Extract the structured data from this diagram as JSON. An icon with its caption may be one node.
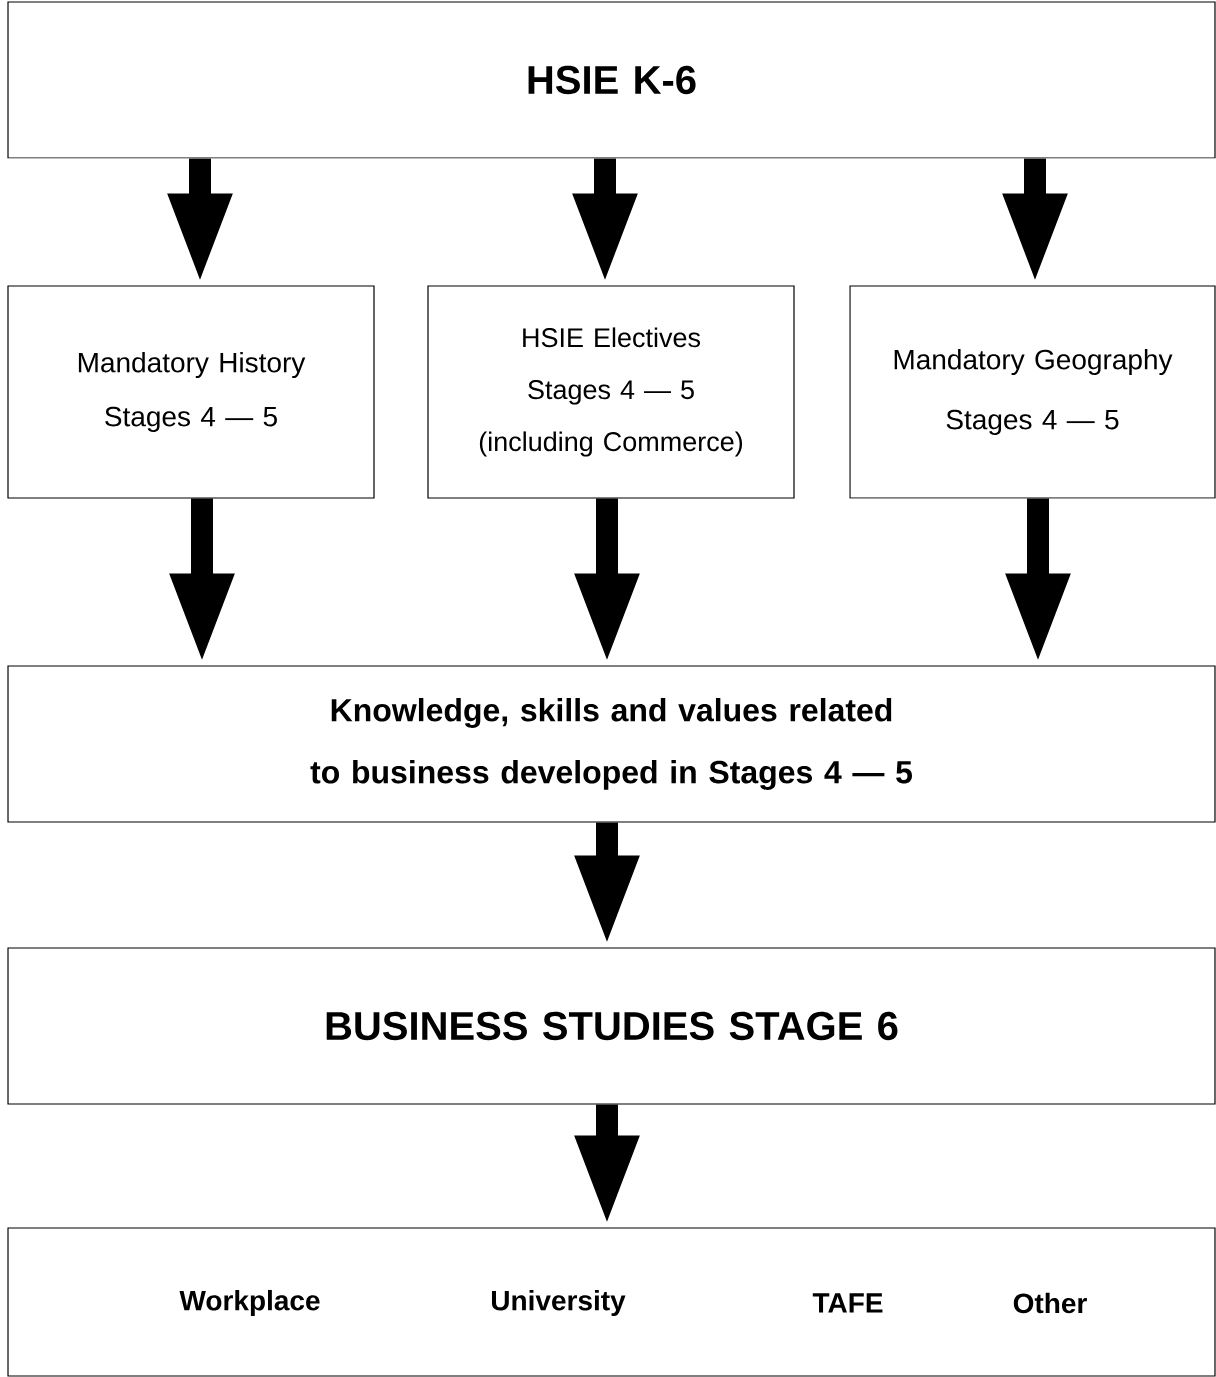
{
  "diagram": {
    "nodes": [
      {
        "text": [
          "HSIE K-6"
        ]
      },
      {
        "text": [
          "Mandatory History Stages 4 — 5"
        ]
      },
      {
        "text": [
          "HSIE Electives Stages 4 — 5 (including Commerce)"
        ]
      },
      {
        "text": [
          "Mandatory Geography Stages 4 — 5"
        ]
      },
      {
        "text": [
          "Knowledge, skills and values related to business developed in Stages 4 — 5"
        ]
      },
      {
        "text": [
          "BUSINESS STUDIES STAGE 6"
        ]
      },
      {
        "text": [
          "Workplace",
          "University",
          "TAFE",
          "Other"
        ]
      }
    ],
    "edges": [
      {
        "from": 0,
        "to": 1,
        "arrow": "to"
      },
      {
        "from": 0,
        "to": 2,
        "arrow": "to"
      },
      {
        "from": 0,
        "to": 3,
        "arrow": "to"
      },
      {
        "from": 1,
        "to": 4,
        "arrow": "to"
      },
      {
        "from": 2,
        "to": 4,
        "arrow": "to"
      },
      {
        "from": 3,
        "to": 4,
        "arrow": "to"
      },
      {
        "from": 4,
        "to": 5,
        "arrow": "to"
      },
      {
        "from": 5,
        "to": 6,
        "arrow": "to"
      }
    ]
  }
}
